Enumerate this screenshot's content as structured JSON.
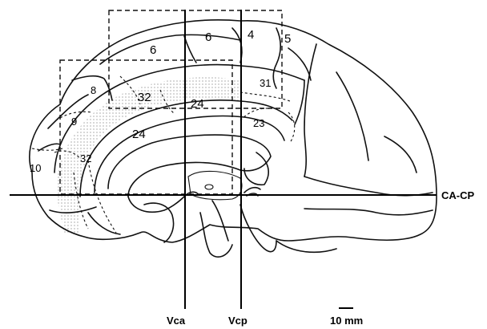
{
  "areas": [
    {
      "id": "6a",
      "text": "6"
    },
    {
      "id": "6b",
      "text": "6"
    },
    {
      "id": "4",
      "text": "4"
    },
    {
      "id": "5",
      "text": "5"
    },
    {
      "id": "8",
      "text": "8"
    },
    {
      "id": "32a",
      "text": "32"
    },
    {
      "id": "24a",
      "text": "24"
    },
    {
      "id": "31",
      "text": "31"
    },
    {
      "id": "9",
      "text": "9"
    },
    {
      "id": "24b",
      "text": "24"
    },
    {
      "id": "23",
      "text": "23"
    },
    {
      "id": "32b",
      "text": "32"
    },
    {
      "id": "10",
      "text": "10"
    }
  ],
  "lines": {
    "horizontal": "CA-CP",
    "vertical_anterior": "Vca",
    "vertical_posterior": "Vcp"
  },
  "scale_bar": "10 mm"
}
